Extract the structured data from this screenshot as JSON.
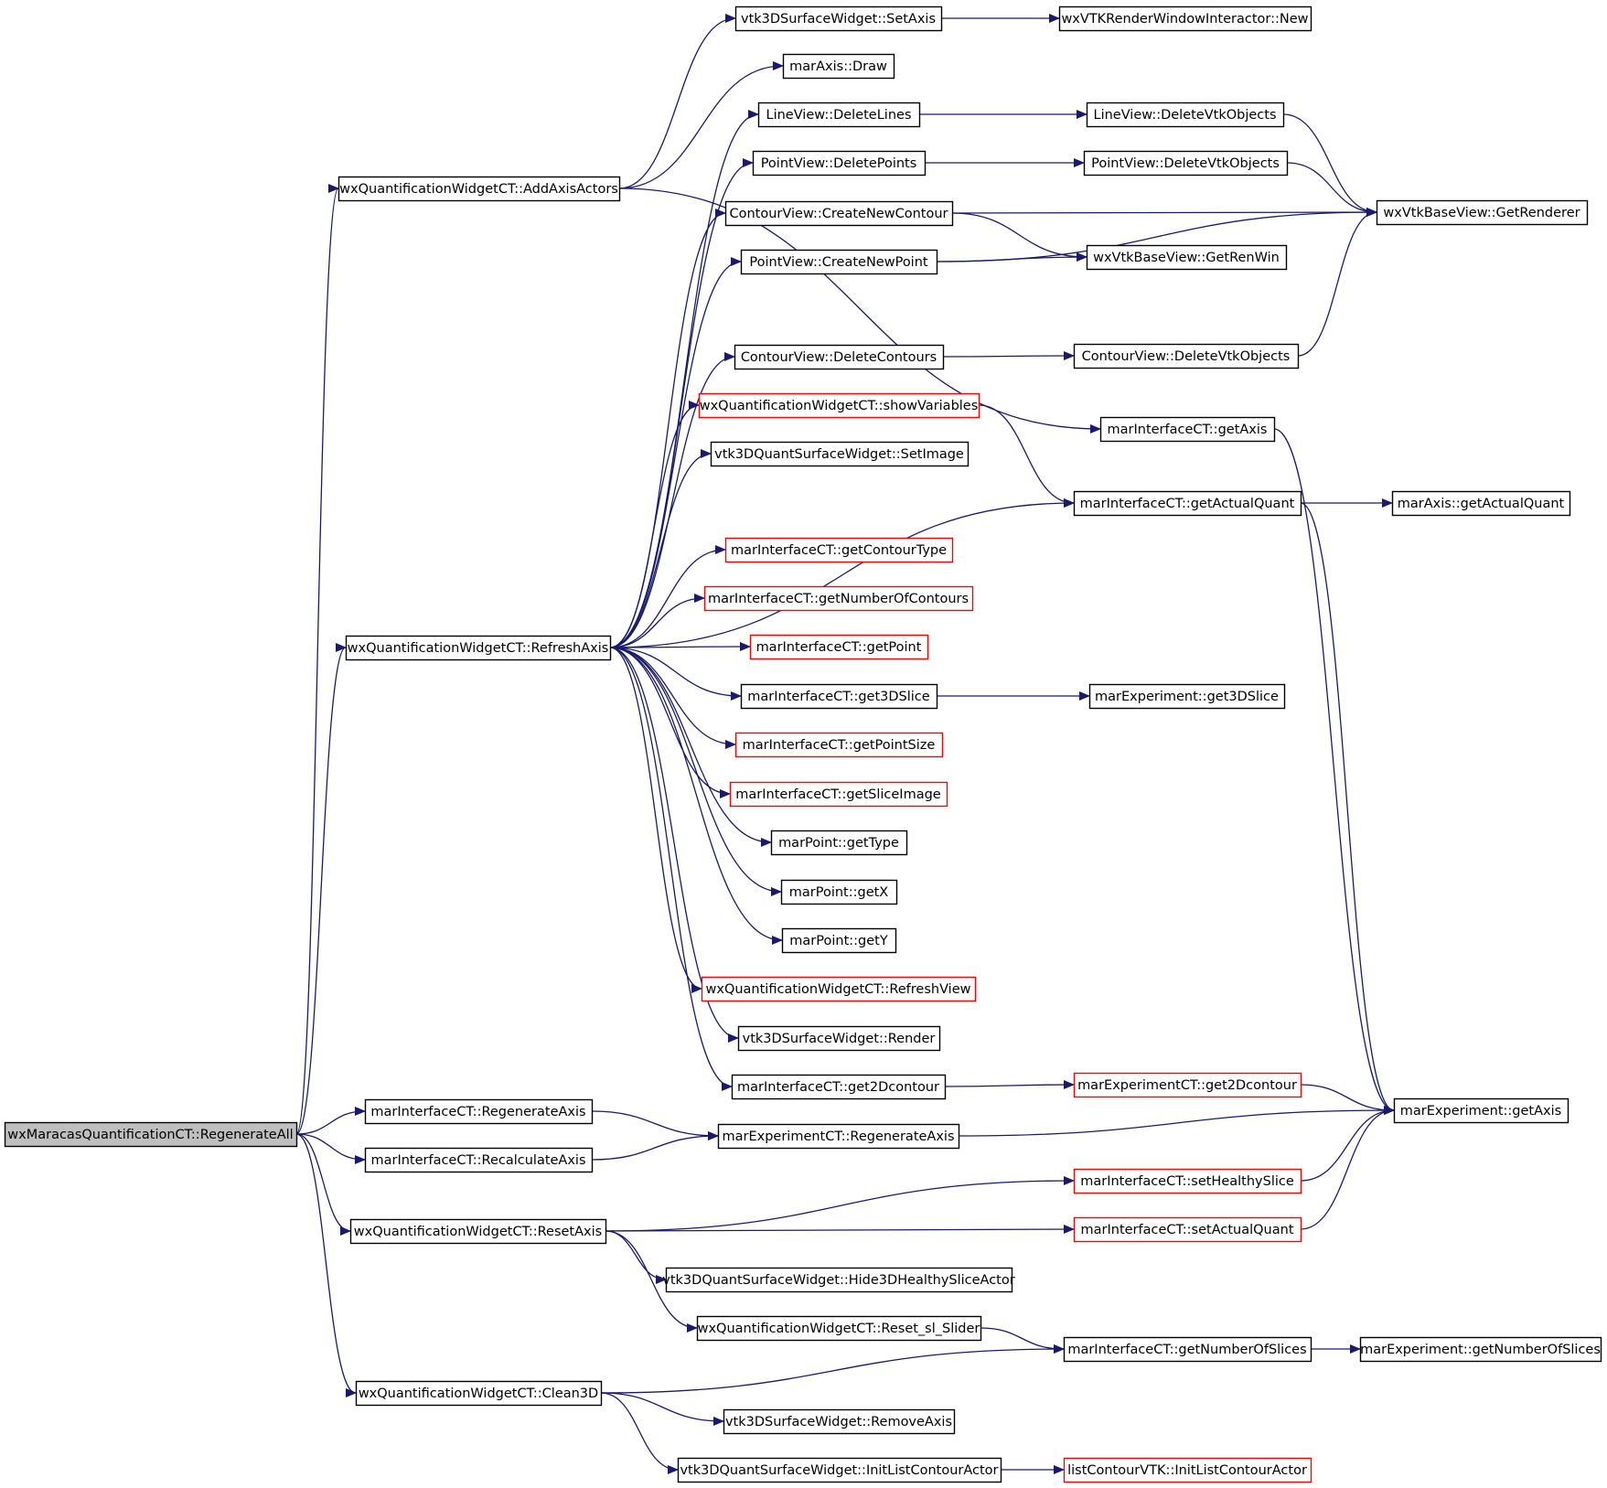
{
  "colors": {
    "edge": "#191970",
    "border_normal": "#000000",
    "border_red": "#ff0000",
    "root_fill": "#bfbfbf",
    "fill": "#ffffff",
    "text": "#000000"
  },
  "nodes": [
    {
      "id": "root",
      "label": "wxMaracasQuantificationCT::RegenerateAll",
      "style": "root"
    },
    {
      "id": "addAxisActors",
      "label": "wxQuantificationWidgetCT::AddAxisActors",
      "style": "normal"
    },
    {
      "id": "refreshAxis",
      "label": "wxQuantificationWidgetCT::RefreshAxis",
      "style": "normal"
    },
    {
      "id": "regenAxisI",
      "label": "marInterfaceCT::RegenerateAxis",
      "style": "normal"
    },
    {
      "id": "recalcAxis",
      "label": "marInterfaceCT::RecalculateAxis",
      "style": "normal"
    },
    {
      "id": "resetAxis",
      "label": "wxQuantificationWidgetCT::ResetAxis",
      "style": "normal"
    },
    {
      "id": "clean3D",
      "label": "wxQuantificationWidgetCT::Clean3D",
      "style": "normal"
    },
    {
      "id": "setAxis",
      "label": "vtk3DSurfaceWidget::SetAxis",
      "style": "normal"
    },
    {
      "id": "axisDraw",
      "label": "marAxis::Draw",
      "style": "normal"
    },
    {
      "id": "deleteLines",
      "label": "LineView::DeleteLines",
      "style": "normal"
    },
    {
      "id": "deletePoints",
      "label": "PointView::DeletePoints",
      "style": "normal"
    },
    {
      "id": "createNewContour",
      "label": "ContourView::CreateNewContour",
      "style": "normal"
    },
    {
      "id": "createNewPoint",
      "label": "PointView::CreateNewPoint",
      "style": "normal"
    },
    {
      "id": "deleteContours",
      "label": "ContourView::DeleteContours",
      "style": "normal"
    },
    {
      "id": "showVariables",
      "label": "wxQuantificationWidgetCT::showVariables",
      "style": "red"
    },
    {
      "id": "setImage",
      "label": "vtk3DQuantSurfaceWidget::SetImage",
      "style": "normal"
    },
    {
      "id": "getContourType",
      "label": "marInterfaceCT::getContourType",
      "style": "red"
    },
    {
      "id": "getNumberOfContours",
      "label": "marInterfaceCT::getNumberOfContours",
      "style": "red"
    },
    {
      "id": "getPoint",
      "label": "marInterfaceCT::getPoint",
      "style": "red"
    },
    {
      "id": "get3DSlice",
      "label": "marInterfaceCT::get3DSlice",
      "style": "normal"
    },
    {
      "id": "getPointSize",
      "label": "marInterfaceCT::getPointSize",
      "style": "red"
    },
    {
      "id": "getSliceImage",
      "label": "marInterfaceCT::getSliceImage",
      "style": "red"
    },
    {
      "id": "getType",
      "label": "marPoint::getType",
      "style": "normal"
    },
    {
      "id": "getX",
      "label": "marPoint::getX",
      "style": "normal"
    },
    {
      "id": "getY",
      "label": "marPoint::getY",
      "style": "normal"
    },
    {
      "id": "refreshView",
      "label": "wxQuantificationWidgetCT::RefreshView",
      "style": "red"
    },
    {
      "id": "render",
      "label": "vtk3DSurfaceWidget::Render",
      "style": "normal"
    },
    {
      "id": "get2Dcontour",
      "label": "marInterfaceCT::get2Dcontour",
      "style": "normal"
    },
    {
      "id": "regenAxisE",
      "label": "marExperimentCT::RegenerateAxis",
      "style": "normal"
    },
    {
      "id": "hide3D",
      "label": "vtk3DQuantSurfaceWidget::Hide3DHealthySliceActor",
      "style": "normal"
    },
    {
      "id": "resetSlider",
      "label": "wxQuantificationWidgetCT::Reset_sl_Slider",
      "style": "normal"
    },
    {
      "id": "removeAxis",
      "label": "vtk3DSurfaceWidget::RemoveAxis",
      "style": "normal"
    },
    {
      "id": "initListQ",
      "label": "vtk3DQuantSurfaceWidget::InitListContourActor",
      "style": "normal"
    },
    {
      "id": "wxNew",
      "label": "wxVTKRenderWindowInteractor::New",
      "style": "normal"
    },
    {
      "id": "lineDelVtk",
      "label": "LineView::DeleteVtkObjects",
      "style": "normal"
    },
    {
      "id": "pointDelVtk",
      "label": "PointView::DeleteVtkObjects",
      "style": "normal"
    },
    {
      "id": "getRenWin",
      "label": "wxVtkBaseView::GetRenWin",
      "style": "normal"
    },
    {
      "id": "contourDelVtk",
      "label": "ContourView::DeleteVtkObjects",
      "style": "normal"
    },
    {
      "id": "getAxisI",
      "label": "marInterfaceCT::getAxis",
      "style": "normal"
    },
    {
      "id": "getActualQuantI",
      "label": "marInterfaceCT::getActualQuant",
      "style": "normal"
    },
    {
      "id": "get3DSliceE",
      "label": "marExperiment::get3DSlice",
      "style": "normal"
    },
    {
      "id": "get2DcontourE",
      "label": "marExperimentCT::get2Dcontour",
      "style": "red"
    },
    {
      "id": "setHealthySlice",
      "label": "marInterfaceCT::setHealthySlice",
      "style": "red"
    },
    {
      "id": "setActualQuant",
      "label": "marInterfaceCT::setActualQuant",
      "style": "red"
    },
    {
      "id": "getNumSlicesI",
      "label": "marInterfaceCT::getNumberOfSlices",
      "style": "normal"
    },
    {
      "id": "initListVTK",
      "label": "listContourVTK::InitListContourActor",
      "style": "red"
    },
    {
      "id": "getRenderer",
      "label": "wxVtkBaseView::GetRenderer",
      "style": "normal"
    },
    {
      "id": "getActualQuantA",
      "label": "marAxis::getActualQuant",
      "style": "normal"
    },
    {
      "id": "getAxisE",
      "label": "marExperiment::getAxis",
      "style": "normal"
    },
    {
      "id": "getNumSlicesE",
      "label": "marExperiment::getNumberOfSlices",
      "style": "normal"
    }
  ],
  "edges": [
    [
      "root",
      "addAxisActors"
    ],
    [
      "root",
      "refreshAxis"
    ],
    [
      "root",
      "regenAxisI"
    ],
    [
      "root",
      "recalcAxis"
    ],
    [
      "root",
      "resetAxis"
    ],
    [
      "root",
      "clean3D"
    ],
    [
      "addAxisActors",
      "setAxis"
    ],
    [
      "addAxisActors",
      "axisDraw"
    ],
    [
      "addAxisActors",
      "getAxisI"
    ],
    [
      "refreshAxis",
      "deleteLines"
    ],
    [
      "refreshAxis",
      "deletePoints"
    ],
    [
      "refreshAxis",
      "createNewContour"
    ],
    [
      "refreshAxis",
      "createNewPoint"
    ],
    [
      "refreshAxis",
      "deleteContours"
    ],
    [
      "refreshAxis",
      "showVariables"
    ],
    [
      "refreshAxis",
      "setImage"
    ],
    [
      "refreshAxis",
      "getActualQuantI"
    ],
    [
      "refreshAxis",
      "getContourType"
    ],
    [
      "refreshAxis",
      "getNumberOfContours"
    ],
    [
      "refreshAxis",
      "getPoint"
    ],
    [
      "refreshAxis",
      "get3DSlice"
    ],
    [
      "refreshAxis",
      "getPointSize"
    ],
    [
      "refreshAxis",
      "getSliceImage"
    ],
    [
      "refreshAxis",
      "getType"
    ],
    [
      "refreshAxis",
      "getX"
    ],
    [
      "refreshAxis",
      "getY"
    ],
    [
      "refreshAxis",
      "refreshView"
    ],
    [
      "refreshAxis",
      "render"
    ],
    [
      "refreshAxis",
      "get2Dcontour"
    ],
    [
      "regenAxisI",
      "regenAxisE"
    ],
    [
      "recalcAxis",
      "regenAxisE"
    ],
    [
      "resetAxis",
      "setHealthySlice"
    ],
    [
      "resetAxis",
      "setActualQuant"
    ],
    [
      "resetAxis",
      "hide3D"
    ],
    [
      "resetAxis",
      "resetSlider"
    ],
    [
      "clean3D",
      "getNumSlicesI"
    ],
    [
      "clean3D",
      "removeAxis"
    ],
    [
      "clean3D",
      "initListQ"
    ],
    [
      "setAxis",
      "wxNew"
    ],
    [
      "deleteLines",
      "lineDelVtk"
    ],
    [
      "deletePoints",
      "pointDelVtk"
    ],
    [
      "createNewContour",
      "getRenderer"
    ],
    [
      "createNewContour",
      "getRenWin"
    ],
    [
      "createNewPoint",
      "getRenWin"
    ],
    [
      "createNewPoint",
      "getRenderer"
    ],
    [
      "deleteContours",
      "contourDelVtk"
    ],
    [
      "showVariables",
      "getActualQuantI"
    ],
    [
      "get3DSlice",
      "get3DSliceE"
    ],
    [
      "get2Dcontour",
      "get2DcontourE"
    ],
    [
      "regenAxisE",
      "getAxisE"
    ],
    [
      "resetSlider",
      "getNumSlicesI"
    ],
    [
      "initListQ",
      "initListVTK"
    ],
    [
      "lineDelVtk",
      "getRenderer"
    ],
    [
      "pointDelVtk",
      "getRenderer"
    ],
    [
      "contourDelVtk",
      "getRenderer"
    ],
    [
      "getAxisI",
      "getAxisE"
    ],
    [
      "getActualQuantI",
      "getActualQuantA"
    ],
    [
      "getActualQuantI",
      "getAxisE"
    ],
    [
      "get2DcontourE",
      "getAxisE"
    ],
    [
      "setHealthySlice",
      "getAxisE"
    ],
    [
      "setActualQuant",
      "getAxisE"
    ],
    [
      "getNumSlicesI",
      "getNumSlicesE"
    ]
  ]
}
